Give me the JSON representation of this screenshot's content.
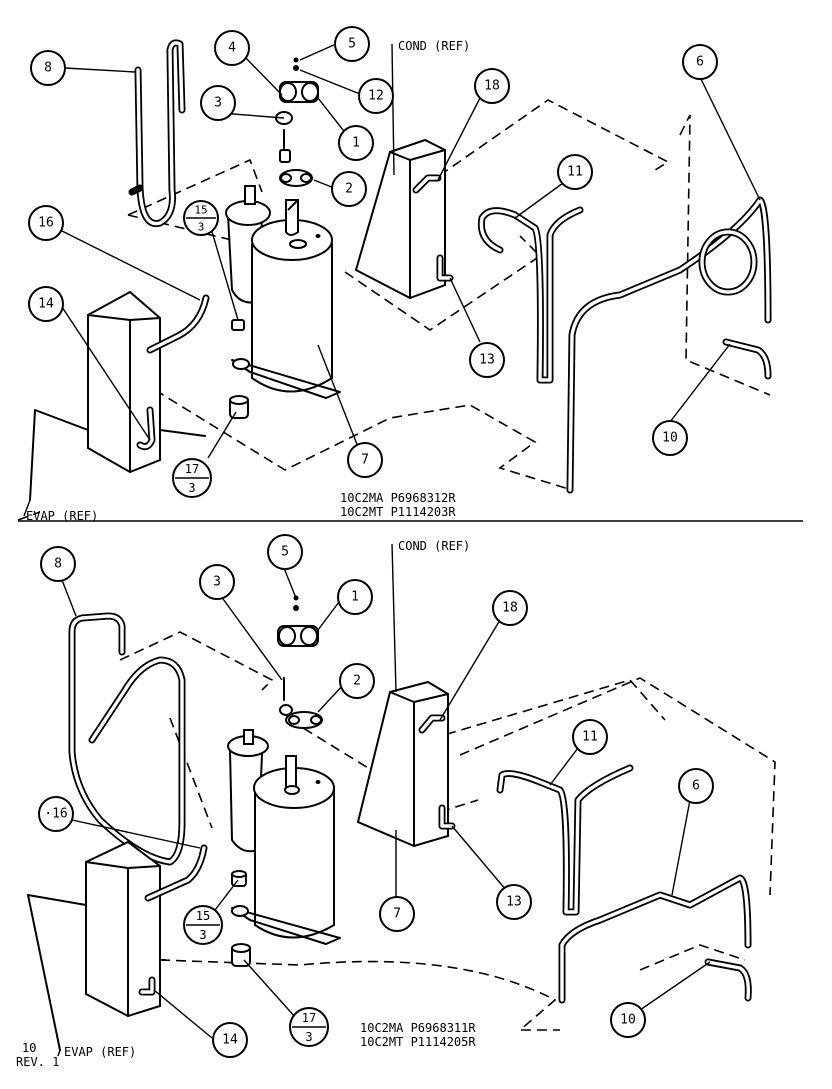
{
  "top": {
    "callouts": [
      "8",
      "4",
      "5",
      "12",
      "3",
      "1",
      "2",
      "15/3",
      "16",
      "14",
      "17/3",
      "7",
      "18",
      "11",
      "6",
      "13",
      "10"
    ],
    "cond_ref": "COND (REF)",
    "evap_ref": "EVAP (REF)",
    "model_line_1": "10C2MA P6968312R",
    "model_line_2": "10C2MT P1114203R"
  },
  "bottom": {
    "callouts": [
      "8",
      "3",
      "5",
      "1",
      "2",
      "16",
      "15/3",
      "17/3",
      "14",
      "7",
      "18",
      "11",
      "13",
      "6",
      "10"
    ],
    "cond_ref": "COND (REF)",
    "evap_ref": "EVAP (REF)",
    "model_line_1": "10C2MA P6968311R",
    "model_line_2": "10C2MT P1114205R",
    "page_code_1": "10",
    "page_code_2": "REV. 1"
  }
}
